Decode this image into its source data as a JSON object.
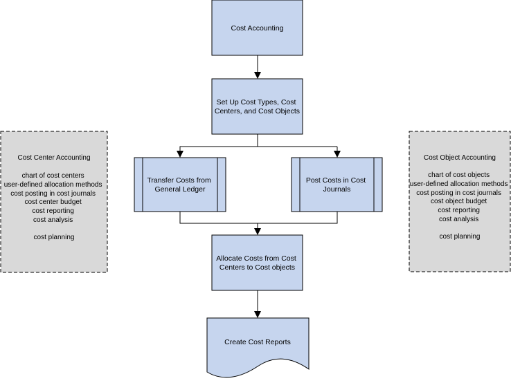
{
  "colors": {
    "box_fill": "#c6d5ee",
    "box_stroke": "#000000",
    "side_fill": "#d9d9d9",
    "connector": "#000000"
  },
  "nodes": {
    "cost_accounting": {
      "lines": [
        "Cost Accounting"
      ]
    },
    "set_up": {
      "lines": [
        "Set Up Cost Types, Cost",
        "Centers, and Cost Objects"
      ]
    },
    "transfer": {
      "lines": [
        "Transfer Costs from",
        "General Ledger"
      ]
    },
    "post": {
      "lines": [
        "Post Costs in Cost",
        "Journals"
      ]
    },
    "allocate": {
      "lines": [
        "Allocate Costs from Cost",
        "Centers to Cost objects"
      ]
    },
    "reports": {
      "lines": [
        "Create Cost Reports"
      ]
    }
  },
  "side_panels": {
    "cost_center": {
      "title": "Cost Center Accounting",
      "items": [
        "chart of cost centers",
        "user-defined allocation methods",
        "cost posting in cost journals",
        "cost center budget",
        "cost reporting",
        "cost analysis"
      ],
      "extra": "cost planning"
    },
    "cost_object": {
      "title": "Cost Object Accounting",
      "items": [
        "chart of cost objects",
        "user-defined allocation methods",
        "cost posting in cost journals",
        "cost object budget",
        "cost reporting",
        "cost analysis"
      ],
      "extra": "cost planning"
    }
  }
}
